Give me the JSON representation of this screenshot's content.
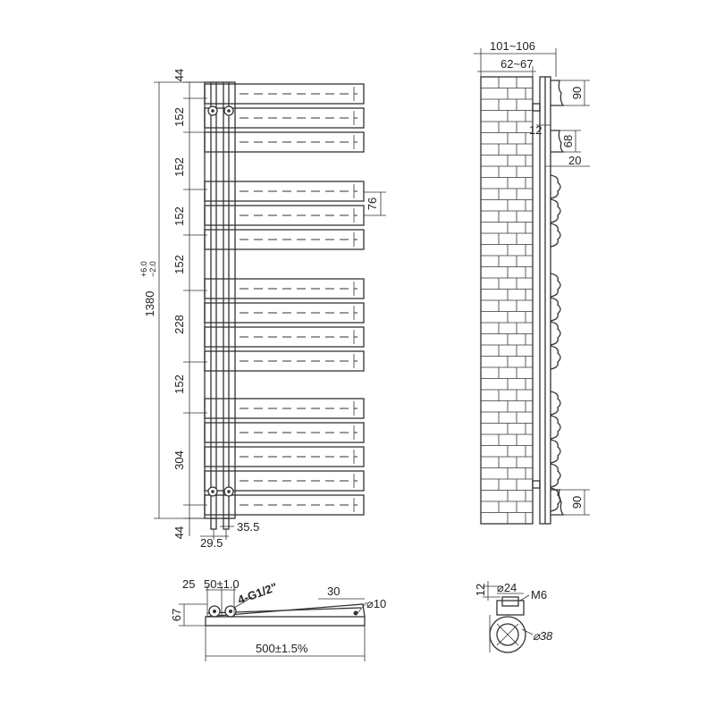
{
  "front_view": {
    "dims_vertical": [
      "44",
      "152",
      "152",
      "152",
      "152",
      "228",
      "152",
      "304",
      "44"
    ],
    "overall_height": "1380",
    "overall_height_tol_plus": "+6.0",
    "overall_height_tol_minus": "−2.0",
    "bar_height": "76",
    "pipe_spacing": "35.5",
    "pipe_offset": "29.5"
  },
  "side_view": {
    "depth_total": "101~106",
    "depth_wall": "62~67",
    "bracket_top": "90",
    "bracket_gap": "12",
    "bracket_height": "68",
    "bracket_depth": "20",
    "bracket_bottom": "90"
  },
  "bottom_view": {
    "edge": "25",
    "valve_spacing": "50±1.0",
    "connections": "4-G1/2\"",
    "bar_depth": "30",
    "pipe_dia": "⌀10",
    "depth": "67",
    "width": "500±1.5%"
  },
  "fixing_detail": {
    "height": "12",
    "dia_inner": "⌀24",
    "screw": "M6",
    "dia_outer": "⌀38"
  }
}
